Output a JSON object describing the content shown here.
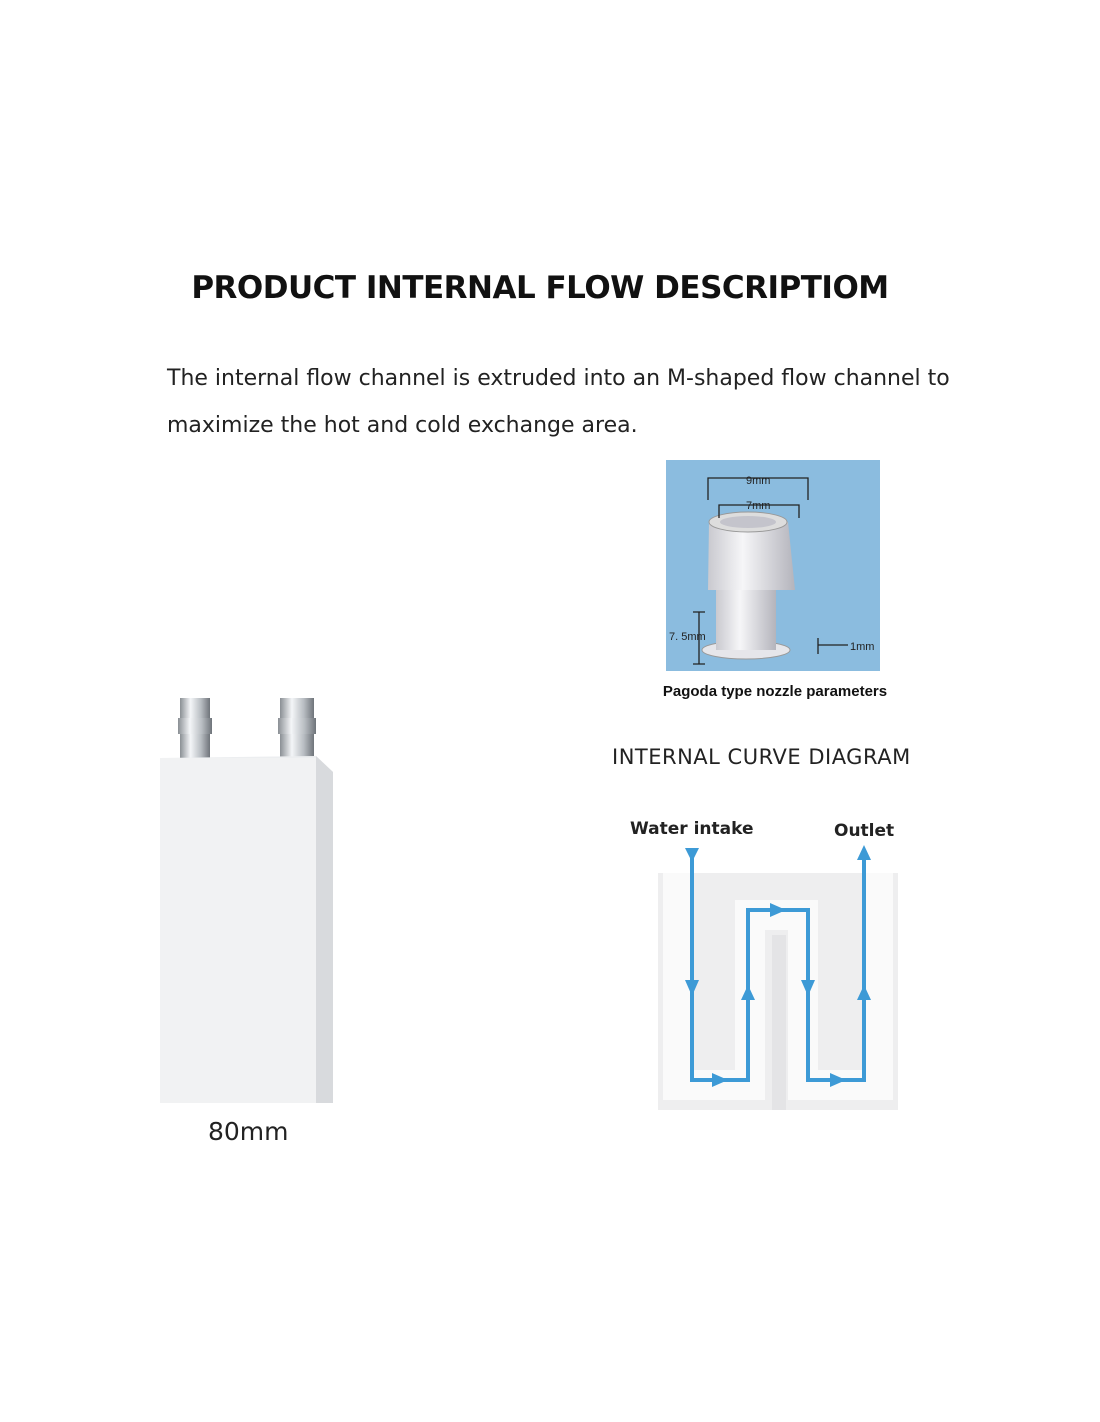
{
  "title": "PRODUCT INTERNAL FLOW DESCRIPTIOM",
  "description": "The internal flow channel is extruded into an M-shaped flow channel to maximize the hot and cold exchange area.",
  "product": {
    "size_label": "80mm"
  },
  "nozzle": {
    "caption": "Pagoda type nozzle parameters",
    "dims": {
      "outer": "9mm",
      "inner": "7mm",
      "height": "7. 5mm",
      "flange": "1mm"
    },
    "bg_color": "#8bbcdf"
  },
  "curve": {
    "title": "INTERNAL CURVE DIAGRAM",
    "intake_label": "Water intake",
    "outlet_label": "Outlet",
    "arrow_color": "#3d9ad6"
  }
}
